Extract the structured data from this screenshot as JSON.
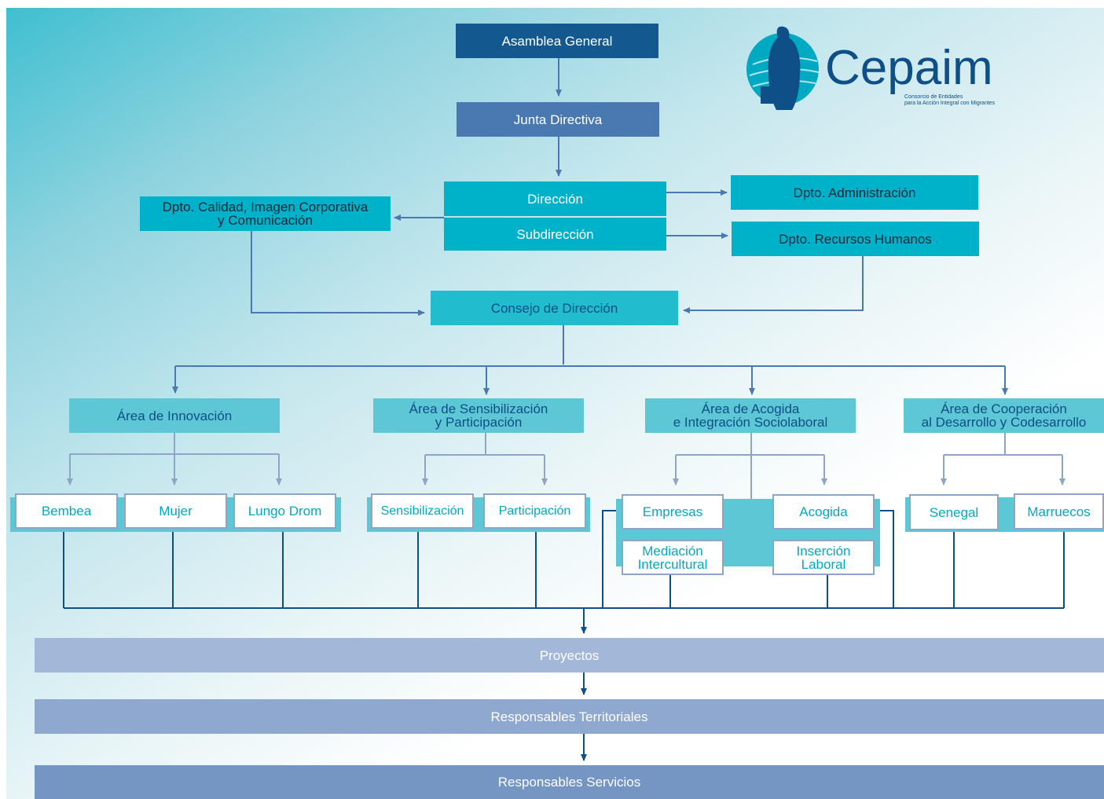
{
  "logo": {
    "name": "Cepaim",
    "subtitle_line1": "Consorcio de Entidades",
    "subtitle_line2": "para la Acción Integral con Migrantes"
  },
  "nodes": {
    "asamblea": "Asamblea General",
    "junta": "Junta Directiva",
    "direccion": "Dirección",
    "subdireccion": "Subdirección",
    "dpto_calidad": "Dpto. Calidad, Imagen Corporativa\ny Comunicación",
    "dpto_admin": "Dpto. Administración",
    "dpto_rrhh": "Dpto. Recursos Humanos",
    "consejo": "Consejo de Dirección"
  },
  "areas": [
    {
      "label": "Área de Innovación",
      "programs": [
        "Bembea",
        "Mujer",
        "Lungo Drom"
      ]
    },
    {
      "label": "Área de Sensibilización\ny Participación",
      "programs": [
        "Sensibilización",
        "Participación"
      ]
    },
    {
      "label": "Área de Acogida\ne Integración Sociolaboral",
      "programs": [
        "Empresas",
        "Acogida",
        "Mediación\nIntercultural",
        "Inserción\nLaboral"
      ]
    },
    {
      "label": "Área de Cooperación\nal Desarrollo y Codesarrollo",
      "programs": [
        "Senegal",
        "Marruecos"
      ]
    }
  ],
  "bottom": {
    "proyectos": "Proyectos",
    "territoriales": "Responsables Territoriales",
    "servicios": "Responsables Servicios"
  },
  "colors": {
    "dark_blue": "#13598f",
    "mid_blue": "#4a78b0",
    "teal": "#00b2c9",
    "light_teal": "#5ec7d6",
    "connector": "#4a78b0"
  }
}
